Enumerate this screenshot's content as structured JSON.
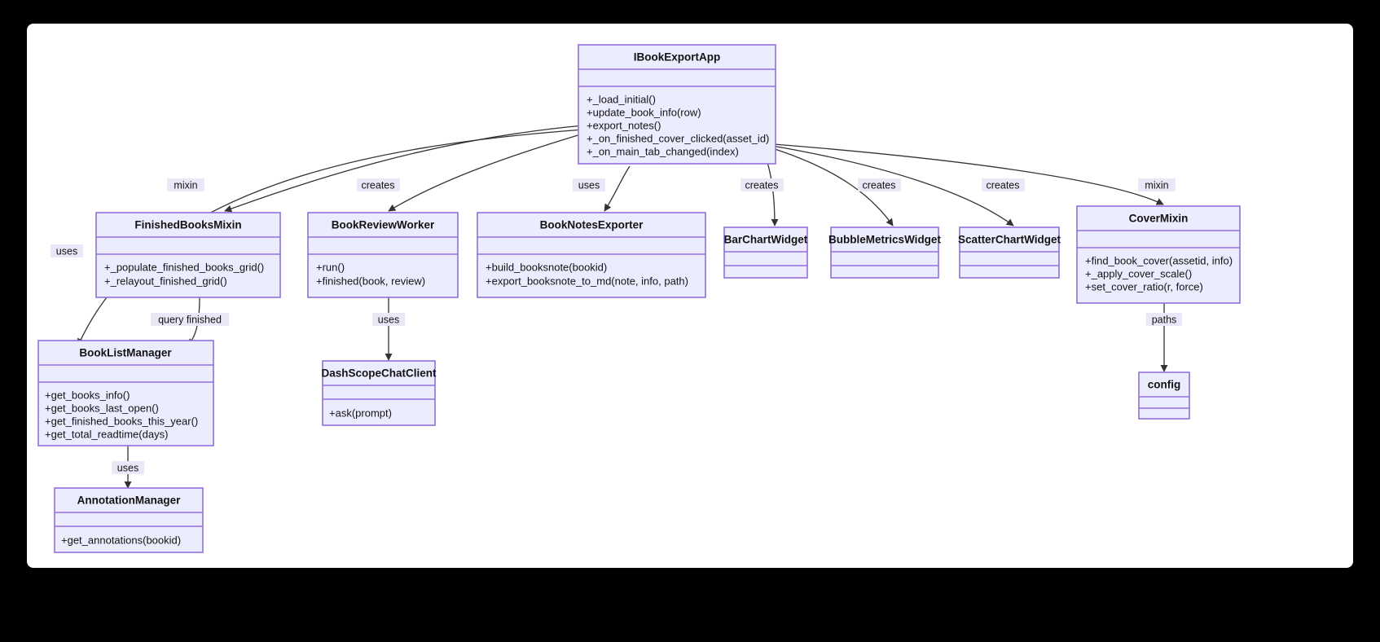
{
  "diagram": {
    "type": "uml-class-diagram",
    "background": "#000000",
    "canvas_color": "#ffffff",
    "class_fill": "#ececff",
    "class_stroke": "#9370db",
    "edge_color": "#333333",
    "classes": [
      {
        "id": "ibookexportapp",
        "name": "IBookExportApp",
        "attributes": [],
        "methods": [
          "+_load_initial()",
          "+update_book_info(row)",
          "+export_notes()",
          "+_on_finished_cover_clicked(asset_id)",
          "+_on_main_tab_changed(index)"
        ]
      },
      {
        "id": "finishedbooksmixin",
        "name": "FinishedBooksMixin",
        "attributes": [],
        "methods": [
          "+_populate_finished_books_grid()",
          "+_relayout_finished_grid()"
        ]
      },
      {
        "id": "bookreviewworker",
        "name": "BookReviewWorker",
        "attributes": [],
        "methods": [
          "+run()",
          "+finished(book, review)"
        ]
      },
      {
        "id": "booknotesexporter",
        "name": "BookNotesExporter",
        "attributes": [],
        "methods": [
          "+build_booksnote(bookid)",
          "+export_booksnote_to_md(note, info, path)"
        ]
      },
      {
        "id": "barchartwidget",
        "name": "BarChartWidget",
        "attributes": [],
        "methods": []
      },
      {
        "id": "bubblemetricswidget",
        "name": "BubbleMetricsWidget",
        "attributes": [],
        "methods": []
      },
      {
        "id": "scatterchartwidget",
        "name": "ScatterChartWidget",
        "attributes": [],
        "methods": []
      },
      {
        "id": "covermixin",
        "name": "CoverMixin",
        "attributes": [],
        "methods": [
          "+find_book_cover(assetid, info)",
          "+_apply_cover_scale()",
          "+set_cover_ratio(r, force)"
        ]
      },
      {
        "id": "booklistmanager",
        "name": "BookListManager",
        "attributes": [],
        "methods": [
          "+get_books_info()",
          "+get_books_last_open()",
          "+get_finished_books_this_year()",
          "+get_total_readtime(days)"
        ]
      },
      {
        "id": "dashscopechatclient",
        "name": "DashScopeChatClient",
        "attributes": [],
        "methods": [
          "+ask(prompt)"
        ]
      },
      {
        "id": "config",
        "name": "config",
        "attributes": [],
        "methods": []
      },
      {
        "id": "annotationmanager",
        "name": "AnnotationManager",
        "attributes": [],
        "methods": [
          "+get_annotations(bookid)"
        ]
      }
    ],
    "edges": [
      {
        "from": "ibookexportapp",
        "to": "finishedbooksmixin",
        "label": "mixin"
      },
      {
        "from": "ibookexportapp",
        "to": "booklistmanager",
        "label": "uses"
      },
      {
        "from": "ibookexportapp",
        "to": "bookreviewworker",
        "label": "creates"
      },
      {
        "from": "ibookexportapp",
        "to": "booknotesexporter",
        "label": "uses"
      },
      {
        "from": "ibookexportapp",
        "to": "barchartwidget",
        "label": "creates"
      },
      {
        "from": "ibookexportapp",
        "to": "bubblemetricswidget",
        "label": "creates"
      },
      {
        "from": "ibookexportapp",
        "to": "scatterchartwidget",
        "label": "creates"
      },
      {
        "from": "ibookexportapp",
        "to": "covermixin",
        "label": "mixin"
      },
      {
        "from": "finishedbooksmixin",
        "to": "booklistmanager",
        "label": "query finished"
      },
      {
        "from": "bookreviewworker",
        "to": "dashscopechatclient",
        "label": "uses"
      },
      {
        "from": "covermixin",
        "to": "config",
        "label": "paths"
      },
      {
        "from": "booklistmanager",
        "to": "annotationmanager",
        "label": "uses"
      }
    ]
  }
}
